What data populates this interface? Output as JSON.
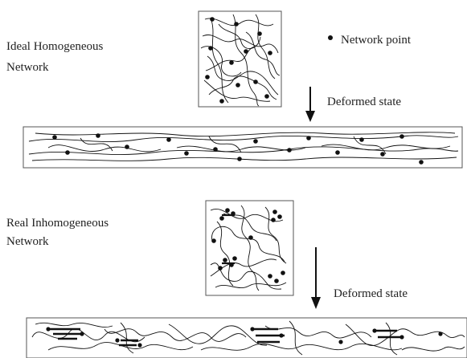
{
  "ideal": {
    "title_line1": "Ideal Homogeneous",
    "title_line2": "Network"
  },
  "legend": {
    "label": "Network point"
  },
  "deformed_label_top": "Deformed state",
  "real": {
    "title_line1": "Real Inhomogeneous",
    "title_line2": "Network"
  },
  "deformed_label_bottom": "Deformed state",
  "colors": {
    "ink": "#111111",
    "box": "#555555",
    "text": "#222222"
  }
}
